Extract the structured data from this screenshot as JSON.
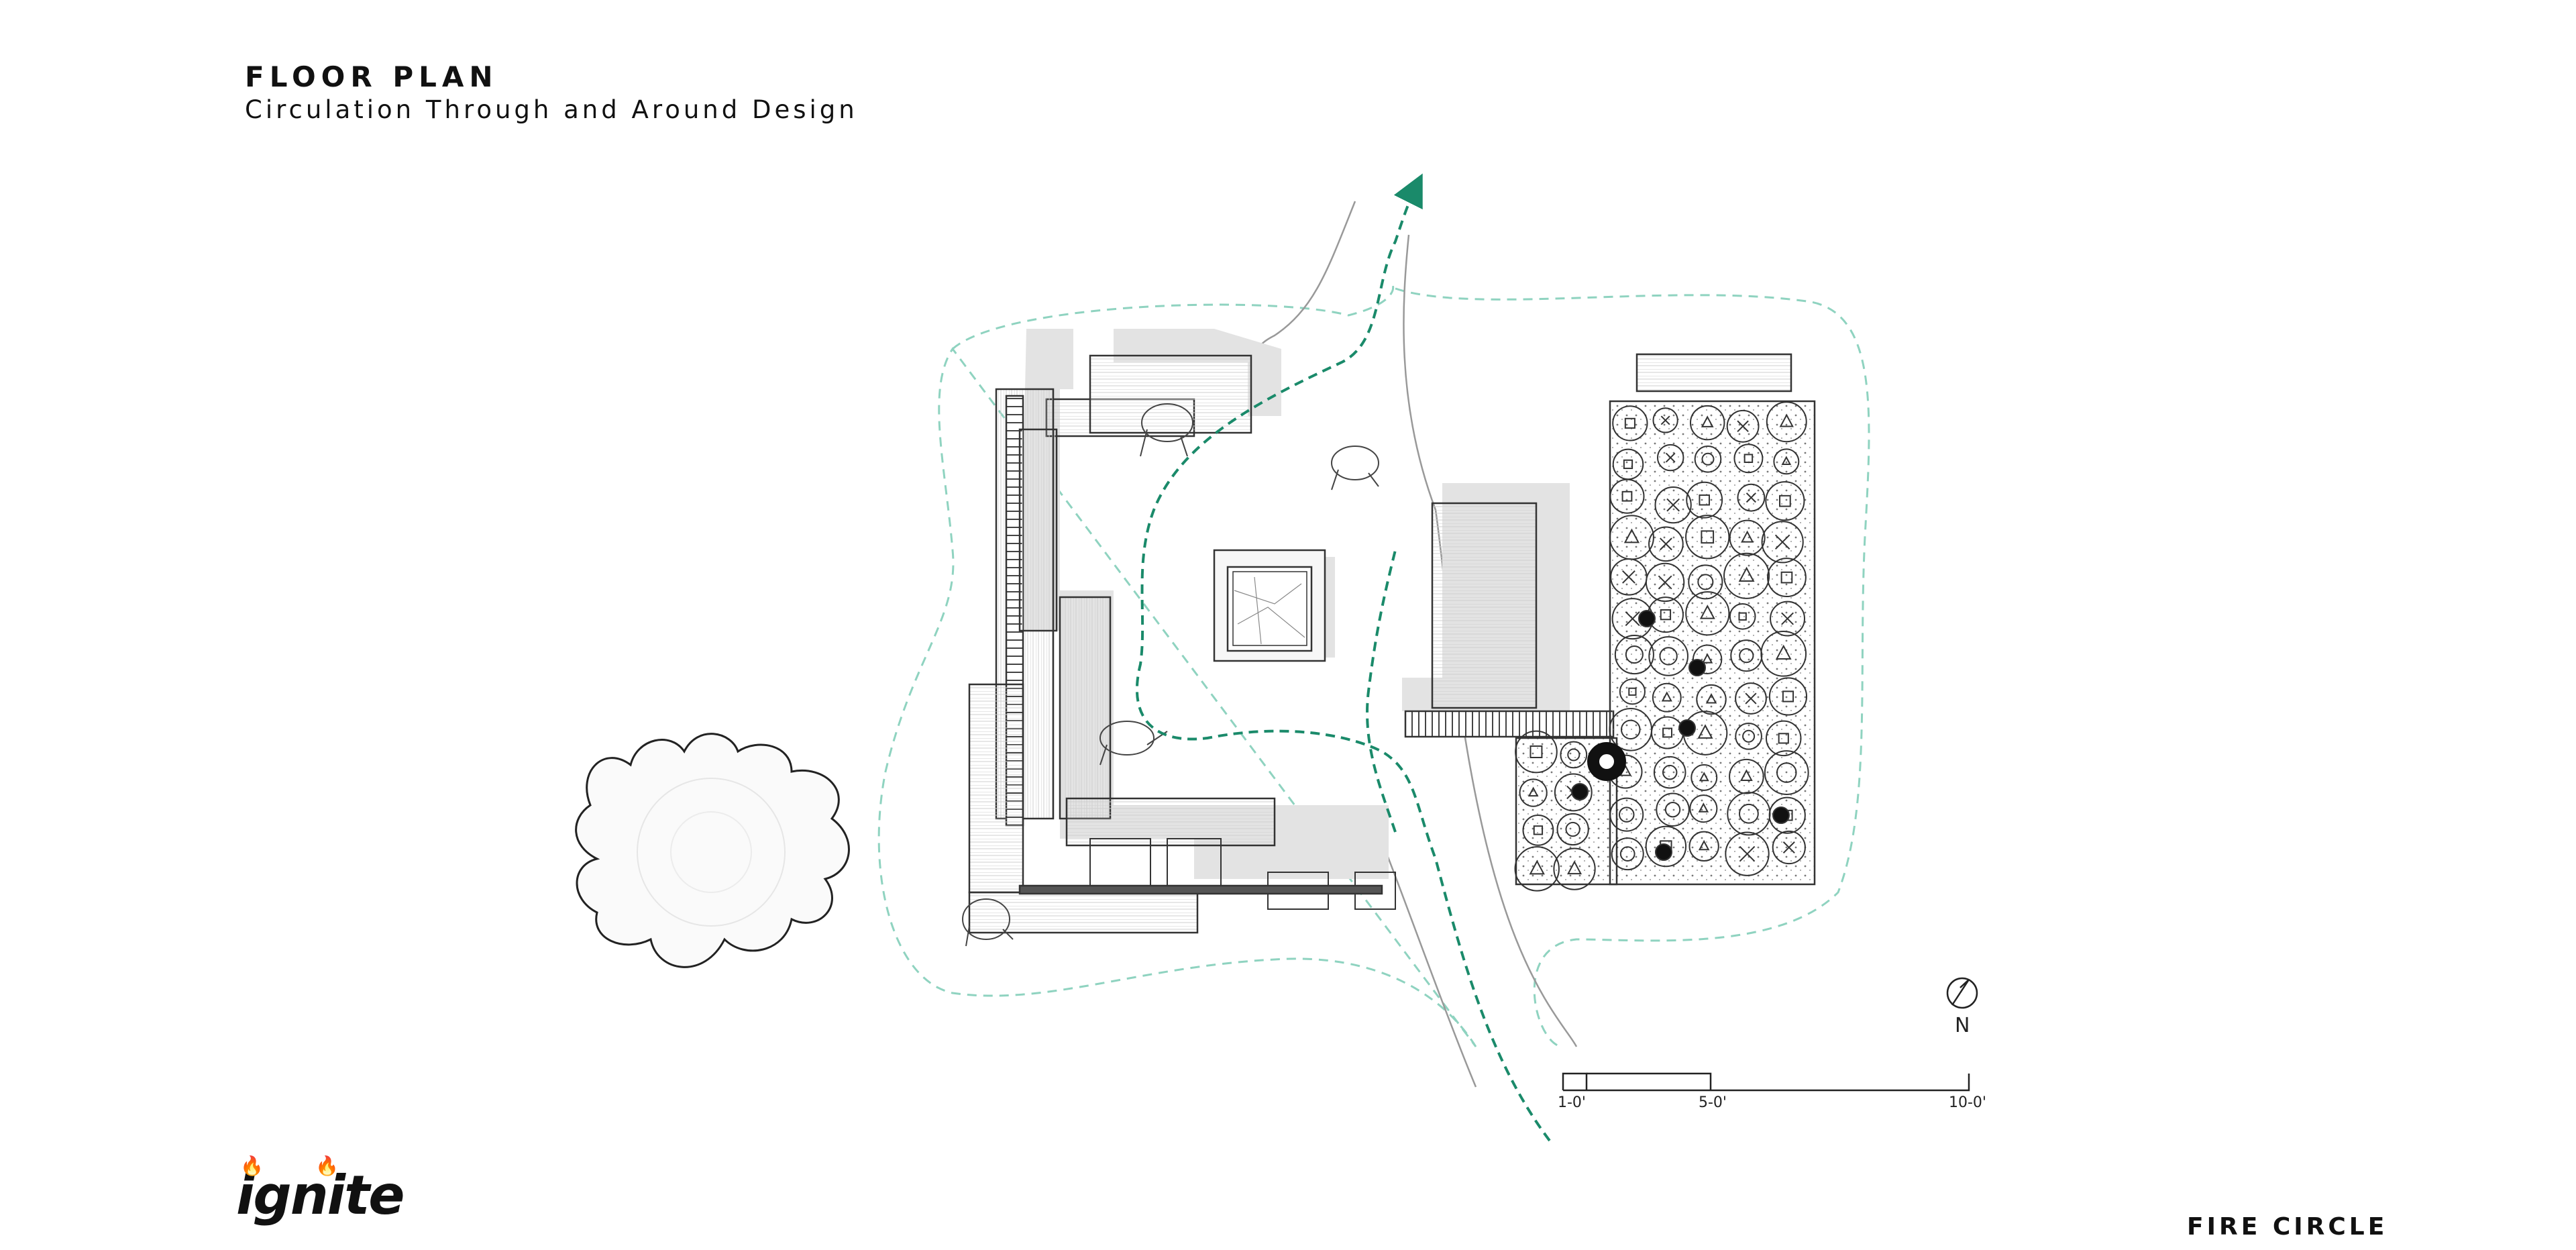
{
  "header": {
    "title": "FLOOR PLAN",
    "subtitle": "Circulation Through and Around Design"
  },
  "logo": {
    "text": "ignite"
  },
  "project": {
    "name": "FIRE CIRCLE"
  },
  "north": {
    "label": "N"
  },
  "scale_bar": {
    "labels": [
      "1-0'",
      "5-0'",
      "10-0'"
    ]
  },
  "colors": {
    "circulation_path": "#1a8a6a",
    "outer_boundary": "#8fd3c0",
    "shadow": "#e3e3e3",
    "linework": "#333333"
  }
}
